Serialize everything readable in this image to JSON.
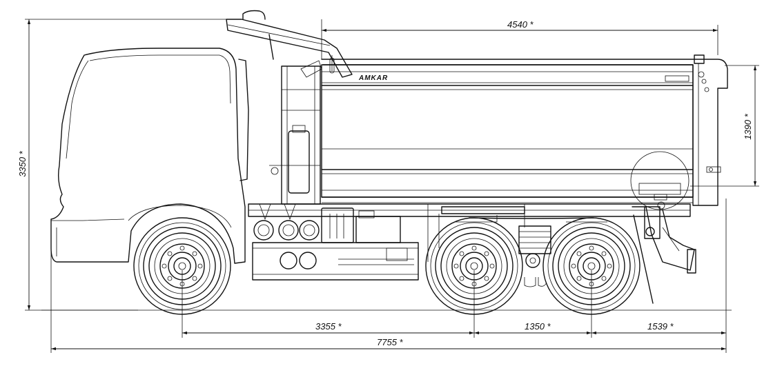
{
  "brand": "AMKAR",
  "dimensions": {
    "body_length": "4540 *",
    "body_height": "1390 *",
    "overall_height": "3350 *",
    "wheelbase_front": "3355 *",
    "wheelbase_rear": "1350 *",
    "rear_overhang": "1539 *",
    "overall_length": "7755 *"
  }
}
